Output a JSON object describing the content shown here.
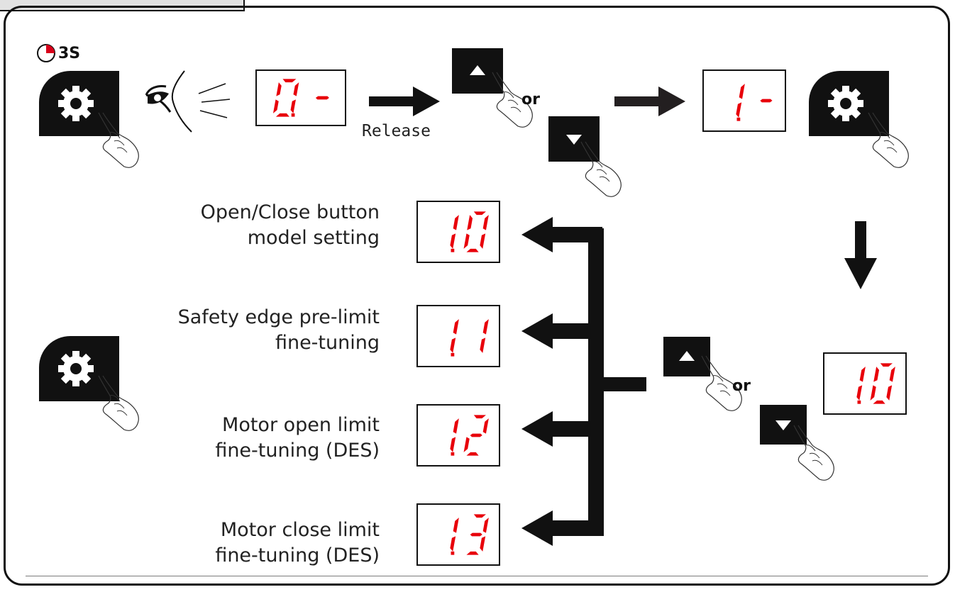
{
  "timer": {
    "label": "3S",
    "fraction": 0.25
  },
  "flow": {
    "release_label": "Release",
    "or_label": "or"
  },
  "displays": {
    "start": {
      "digit1": "0",
      "digit2": "-"
    },
    "next": {
      "digit1": "1",
      "digit2": "-"
    },
    "result": {
      "digit1": "1",
      "digit2": "0"
    }
  },
  "menu_items": [
    {
      "label_line1": "Open/Close button",
      "label_line2": "model setting",
      "code_digit1": "1",
      "code_digit2": "0"
    },
    {
      "label_line1": "Safety edge pre-limit",
      "label_line2": "fine-tuning",
      "code_digit1": "1",
      "code_digit2": "1"
    },
    {
      "label_line1": "Motor open limit",
      "label_line2": "fine-tuning (DES)",
      "code_digit1": "1",
      "code_digit2": "2"
    },
    {
      "label_line1": "Motor close limit",
      "label_line2": "fine-tuning (DES)",
      "code_digit1": "1",
      "code_digit2": "3"
    }
  ],
  "colors": {
    "segment": "#e8000a",
    "ink": "#111111",
    "timer_fill": "#d8001a"
  },
  "icons": [
    "gear-icon",
    "up-arrow-icon",
    "down-arrow-icon",
    "hand-pointer-icon",
    "eye-icon",
    "timer-icon"
  ]
}
